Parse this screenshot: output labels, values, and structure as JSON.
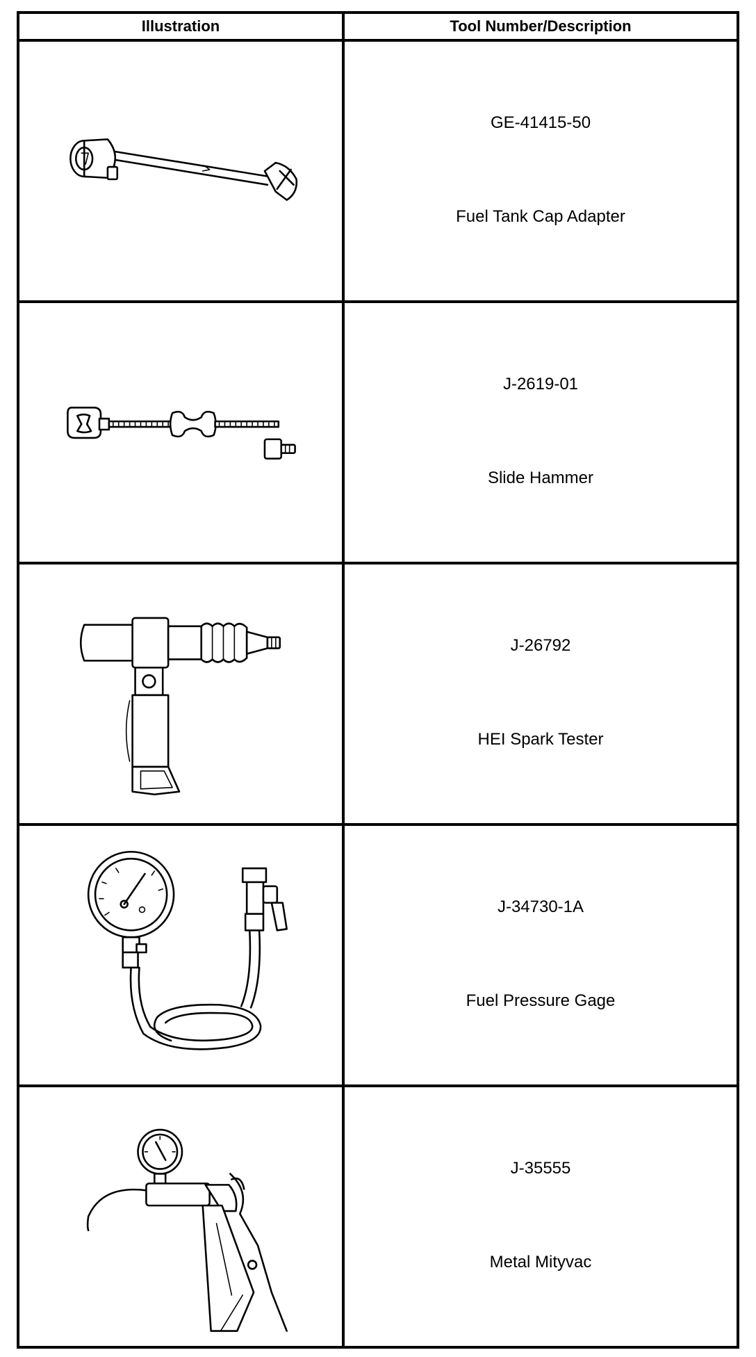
{
  "table": {
    "headers": {
      "illustration": "Illustration",
      "tool": "Tool Number/Description"
    },
    "rows": [
      {
        "number": "GE-41415-50",
        "description": "Fuel Tank Cap Adapter",
        "illustration_icon": "fuel-tank-cap-adapter-illustration"
      },
      {
        "number": "J-2619-01",
        "description": "Slide Hammer",
        "illustration_icon": "slide-hammer-illustration"
      },
      {
        "number": "J-26792",
        "description": "HEI Spark Tester",
        "illustration_icon": "spark-tester-illustration"
      },
      {
        "number": "J-34730-1A",
        "description": "Fuel Pressure Gage",
        "illustration_icon": "pressure-gage-illustration"
      },
      {
        "number": "J-35555",
        "description": "Metal Mityvac",
        "illustration_icon": "mityvac-illustration"
      }
    ]
  }
}
